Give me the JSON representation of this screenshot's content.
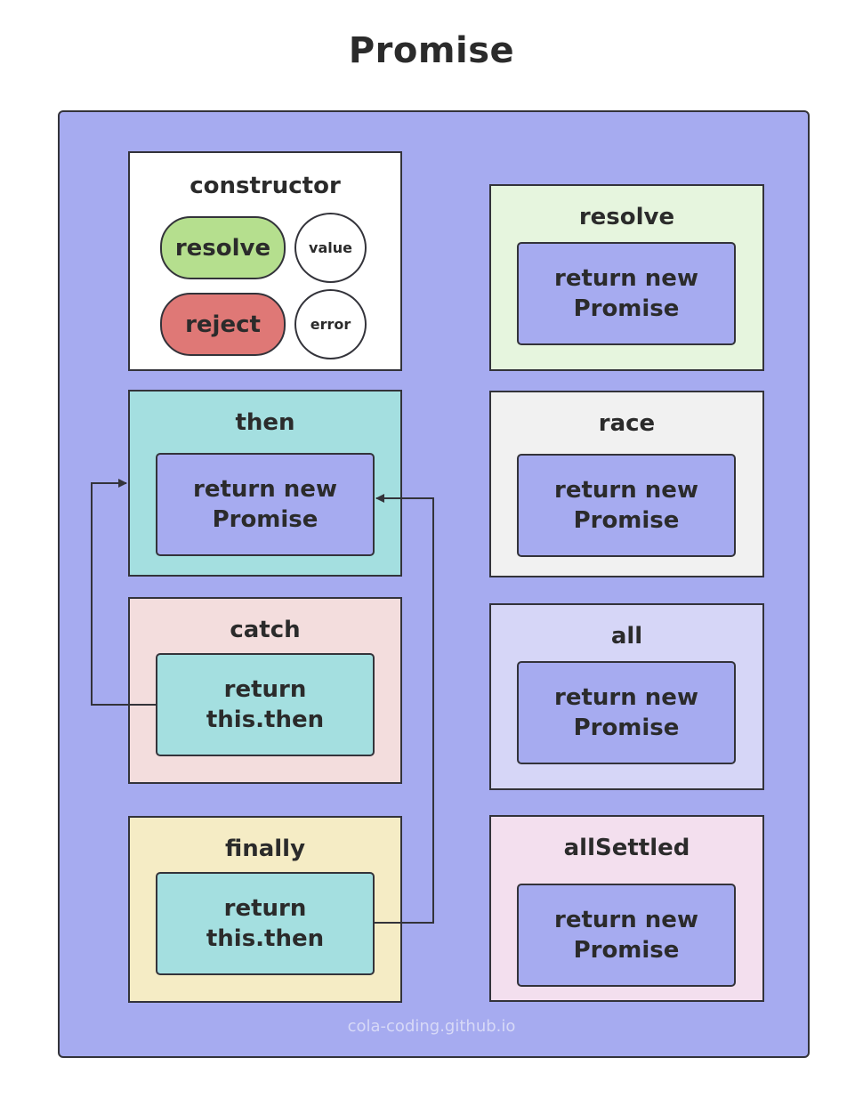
{
  "title": "Promise",
  "watermark": "cola-coding.github.io",
  "colors": {
    "outer": "#a6abf0",
    "resolve_pill": "#b5df8e",
    "reject_pill": "#df7876",
    "then_box": "#a4dfe0",
    "catch_box": "#f3dddd",
    "finally_box": "#f5ecc5",
    "resolve_box": "#e6f5de",
    "race_box": "#f1f1f1",
    "all_box": "#d6d6f7",
    "allsettled_box": "#f3dfee",
    "this_then_inner": "#a4dfe0"
  },
  "constructor": {
    "label": "constructor",
    "resolve": "resolve",
    "value": "value",
    "reject": "reject",
    "error": "error"
  },
  "methods": {
    "then": {
      "label": "then",
      "body": "return new\nPromise"
    },
    "catch": {
      "label": "catch",
      "body": "return\nthis.then"
    },
    "finally": {
      "label": "finally",
      "body": "return\nthis.then"
    },
    "resolve": {
      "label": "resolve",
      "body": "return new\nPromise"
    },
    "race": {
      "label": "race",
      "body": "return new\nPromise"
    },
    "all": {
      "label": "all",
      "body": "return new\nPromise"
    },
    "allSettled": {
      "label": "allSettled",
      "body": "return new\nPromise"
    }
  },
  "edges": [
    {
      "from": "catch",
      "to": "then"
    },
    {
      "from": "finally",
      "to": "then"
    }
  ]
}
